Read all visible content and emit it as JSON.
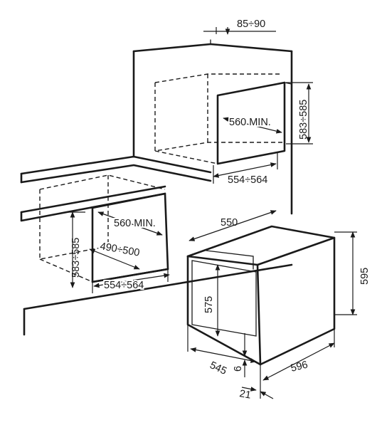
{
  "labels": {
    "top_depth": "85÷90",
    "upper_height": "583÷585",
    "upper_depth_min": "560 MIN.",
    "upper_width": "554÷564",
    "lower_height": "583÷585",
    "lower_depth_min": "560 MIN.",
    "lower_inner": "490÷500",
    "lower_width": "554÷564",
    "oven_depth": "550",
    "oven_height": "595",
    "front_height": "575",
    "gap": "6",
    "front_width": "545",
    "oven_width": "596",
    "front_offset": "21"
  }
}
